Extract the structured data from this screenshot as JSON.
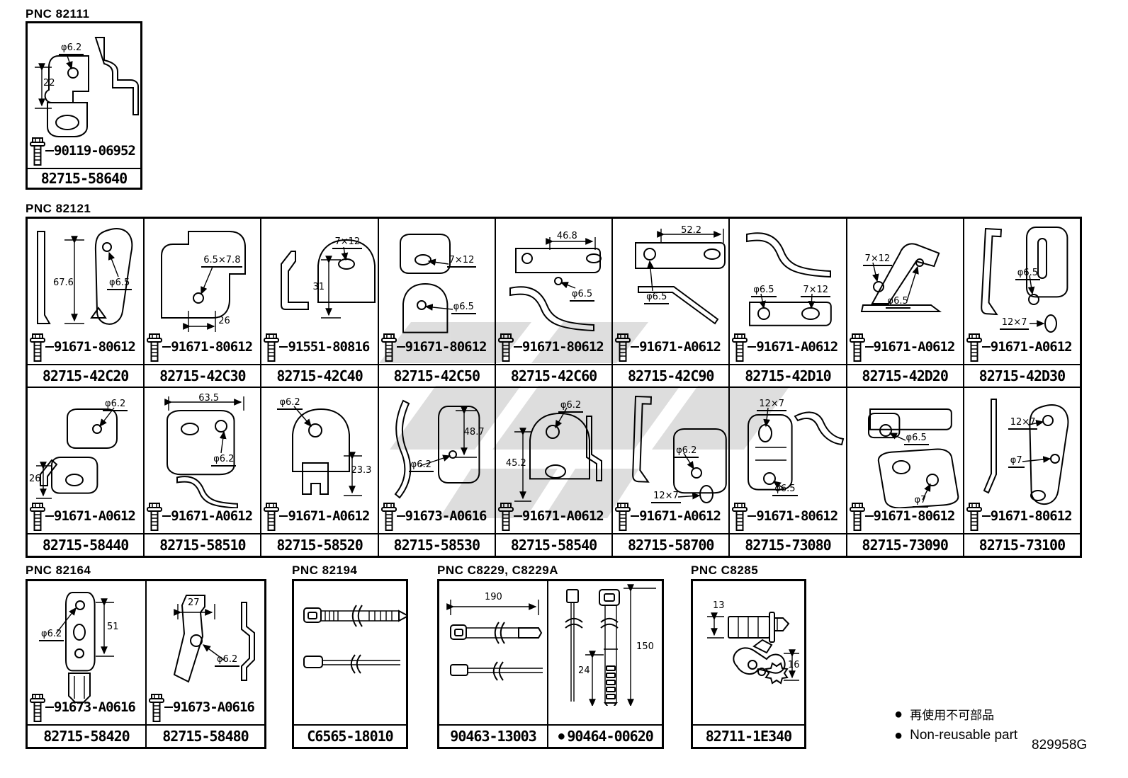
{
  "titles": {
    "t82111": "PNC 82111",
    "t82121": "PNC 82121",
    "t82164": "PNC 82164",
    "t82194": "PNC 82194",
    "tC8229": "PNC C8229, C8229A",
    "tC8285": "PNC C8285"
  },
  "legend": {
    "jp": "再使用不可部品",
    "en": "Non-reusable part",
    "dot": "●",
    "code": "829958G"
  },
  "cells": [
    {
      "k": "58640",
      "section": "82111",
      "part": "82715-58640",
      "bolt": "90119-06952",
      "dims": [
        "φ6.2",
        "22"
      ]
    },
    {
      "k": "42C20",
      "section": "82121",
      "part": "82715-42C20",
      "bolt": "91671-80612",
      "dims": [
        "67.6",
        "φ6.5"
      ]
    },
    {
      "k": "42C30",
      "section": "82121",
      "part": "82715-42C30",
      "bolt": "91671-80612",
      "dims": [
        "6.5×7.8",
        "26"
      ]
    },
    {
      "k": "42C40",
      "section": "82121",
      "part": "82715-42C40",
      "bolt": "91551-80816",
      "dims": [
        "7×12",
        "31"
      ]
    },
    {
      "k": "42C50",
      "section": "82121",
      "part": "82715-42C50",
      "bolt": "91671-80612",
      "dims": [
        "7×12",
        "φ6.5"
      ]
    },
    {
      "k": "42C60",
      "section": "82121",
      "part": "82715-42C60",
      "bolt": "91671-80612",
      "dims": [
        "46.8",
        "φ6.5"
      ]
    },
    {
      "k": "42C90",
      "section": "82121",
      "part": "82715-42C90",
      "bolt": "91671-A0612",
      "dims": [
        "52.2",
        "φ6.5"
      ]
    },
    {
      "k": "42D10",
      "section": "82121",
      "part": "82715-42D10",
      "bolt": "91671-A0612",
      "dims": [
        "φ6.5",
        "7×12"
      ]
    },
    {
      "k": "42D20",
      "section": "82121",
      "part": "82715-42D20",
      "bolt": "91671-A0612",
      "dims": [
        "7×12",
        "φ6.5"
      ]
    },
    {
      "k": "42D30",
      "section": "82121",
      "part": "82715-42D30",
      "bolt": "91671-A0612",
      "dims": [
        "φ6.5",
        "12×7"
      ]
    },
    {
      "k": "58440",
      "section": "82121",
      "part": "82715-58440",
      "bolt": "91671-A0612",
      "dims": [
        "φ6.2",
        "26"
      ]
    },
    {
      "k": "58510",
      "section": "82121",
      "part": "82715-58510",
      "bolt": "91671-A0612",
      "dims": [
        "63.5",
        "φ6.2"
      ]
    },
    {
      "k": "58520",
      "section": "82121",
      "part": "82715-58520",
      "bolt": "91671-A0612",
      "dims": [
        "φ6.2",
        "23.3"
      ]
    },
    {
      "k": "58530",
      "section": "82121",
      "part": "82715-58530",
      "bolt": "91673-A0616",
      "dims": [
        "48.7",
        "φ6.2"
      ]
    },
    {
      "k": "58540",
      "section": "82121",
      "part": "82715-58540",
      "bolt": "91671-A0612",
      "dims": [
        "φ6.2",
        "45.2"
      ]
    },
    {
      "k": "58700",
      "section": "82121",
      "part": "82715-58700",
      "bolt": "91671-A0612",
      "dims": [
        "φ6.2",
        "12×7"
      ]
    },
    {
      "k": "73080",
      "section": "82121",
      "part": "82715-73080",
      "bolt": "91671-80612",
      "dims": [
        "12×7",
        "φ6.5"
      ]
    },
    {
      "k": "73090",
      "section": "82121",
      "part": "82715-73090",
      "bolt": "91671-80612",
      "dims": [
        "φ6.5",
        "φ7"
      ]
    },
    {
      "k": "73100",
      "section": "82121",
      "part": "82715-73100",
      "bolt": "91671-80612",
      "dims": [
        "12×7",
        "φ7"
      ]
    },
    {
      "k": "58420",
      "section": "82164",
      "part": "82715-58420",
      "bolt": "91673-A0616",
      "dims": [
        "φ6.2",
        "51"
      ]
    },
    {
      "k": "58480",
      "section": "82164",
      "part": "82715-58480",
      "bolt": "91673-A0616",
      "dims": [
        "27",
        "φ6.2"
      ]
    },
    {
      "k": "C6565",
      "section": "82194",
      "part": "C6565-18010",
      "dims": []
    },
    {
      "k": "90463",
      "section": "C8229",
      "part": "90463-13003",
      "dims": [
        "190"
      ]
    },
    {
      "k": "90464",
      "section": "C8229",
      "part": "90464-00620",
      "bullet": "●",
      "dims": [
        "24",
        "150"
      ]
    },
    {
      "k": "1E340",
      "section": "C8285",
      "part": "82711-1E340",
      "dims": [
        "13",
        "16"
      ]
    }
  ]
}
